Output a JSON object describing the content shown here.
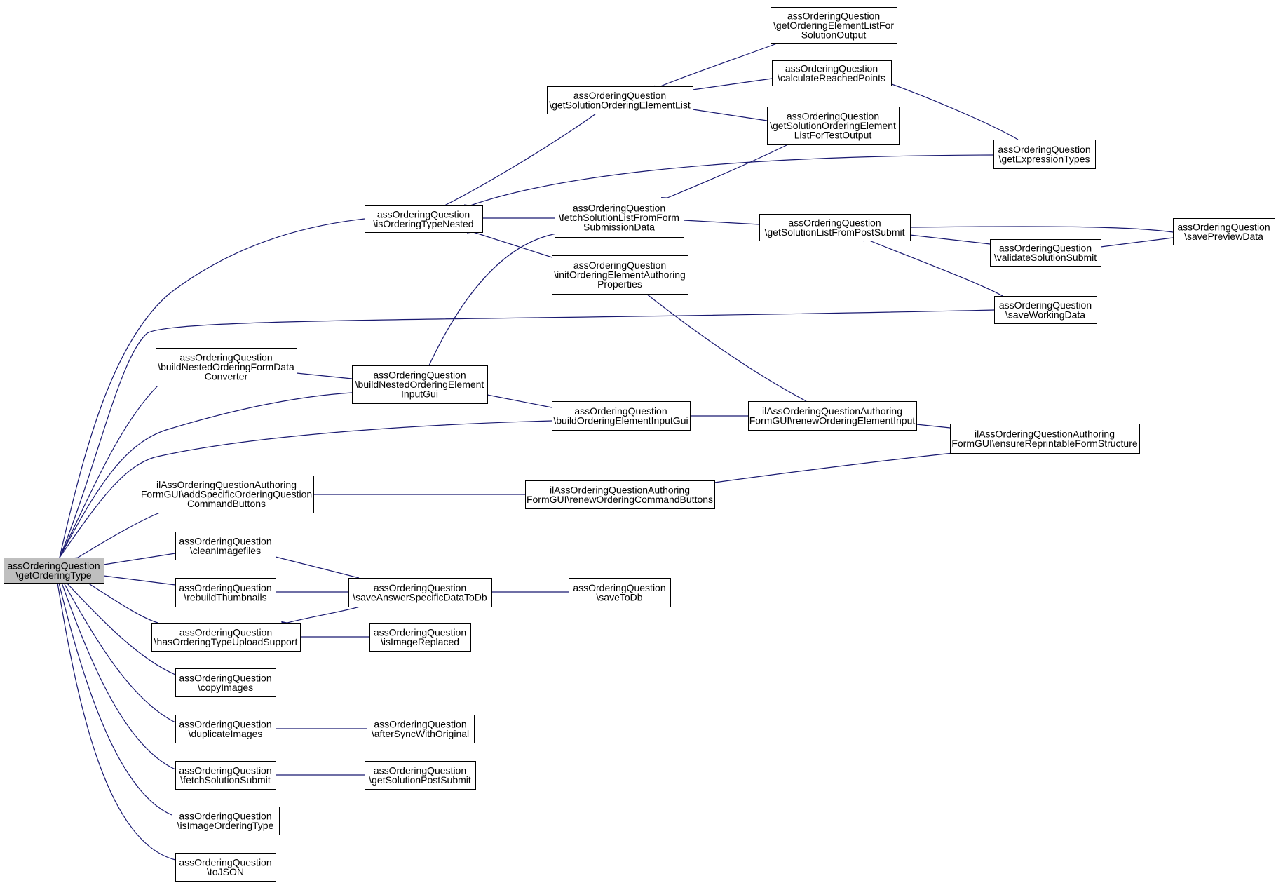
{
  "colors": {
    "edge": "#191970",
    "node_border": "#000000",
    "node_fill": "#ffffff",
    "root_fill": "#bfbfbf",
    "text": "#000000"
  },
  "graph": {
    "root": "getOrderingType",
    "nodes": [
      {
        "id": "getOrderingType",
        "lines": [
          "assOrderingQuestion",
          "\\getOrderingType"
        ],
        "root": true
      },
      {
        "id": "getOrderingElementListForSolutionOutput",
        "lines": [
          "assOrderingQuestion",
          "\\getOrderingElementListFor",
          "SolutionOutput"
        ]
      },
      {
        "id": "calculateReachedPoints",
        "lines": [
          "assOrderingQuestion",
          "\\calculateReachedPoints"
        ]
      },
      {
        "id": "getSolutionOrderingElementList",
        "lines": [
          "assOrderingQuestion",
          "\\getSolutionOrderingElementList"
        ]
      },
      {
        "id": "getSolutionOrderingElementListForTestOutput",
        "lines": [
          "assOrderingQuestion",
          "\\getSolutionOrderingElement",
          "ListForTestOutput"
        ]
      },
      {
        "id": "getExpressionTypes",
        "lines": [
          "assOrderingQuestion",
          "\\getExpressionTypes"
        ]
      },
      {
        "id": "isOrderingTypeNested",
        "lines": [
          "assOrderingQuestion",
          "\\isOrderingTypeNested"
        ]
      },
      {
        "id": "fetchSolutionListFromFormSubmissionData",
        "lines": [
          "assOrderingQuestion",
          "\\fetchSolutionListFromForm",
          "SubmissionData"
        ]
      },
      {
        "id": "getSolutionListFromPostSubmit",
        "lines": [
          "assOrderingQuestion",
          "\\getSolutionListFromPostSubmit"
        ]
      },
      {
        "id": "savePreviewData",
        "lines": [
          "assOrderingQuestion",
          "\\savePreviewData"
        ]
      },
      {
        "id": "validateSolutionSubmit",
        "lines": [
          "assOrderingQuestion",
          "\\validateSolutionSubmit"
        ]
      },
      {
        "id": "initOrderingElementAuthoringProperties",
        "lines": [
          "assOrderingQuestion",
          "\\initOrderingElementAuthoring",
          "Properties"
        ]
      },
      {
        "id": "saveWorkingData",
        "lines": [
          "assOrderingQuestion",
          "\\saveWorkingData"
        ]
      },
      {
        "id": "buildNestedOrderingFormDataConverter",
        "lines": [
          "assOrderingQuestion",
          "\\buildNestedOrderingFormData",
          "Converter"
        ]
      },
      {
        "id": "buildNestedOrderingElementInputGui",
        "lines": [
          "assOrderingQuestion",
          "\\buildNestedOrderingElement",
          "InputGui"
        ]
      },
      {
        "id": "buildOrderingElementInputGui",
        "lines": [
          "assOrderingQuestion",
          "\\buildOrderingElementInputGui"
        ]
      },
      {
        "id": "renewOrderingElementInput",
        "lines": [
          "ilAssOrderingQuestionAuthoring",
          "FormGUI\\renewOrderingElementInput"
        ]
      },
      {
        "id": "ensureReprintableFormStructure",
        "lines": [
          "ilAssOrderingQuestionAuthoring",
          "FormGUI\\ensureReprintableFormStructure"
        ]
      },
      {
        "id": "addSpecificOrderingQuestionCommandButtons",
        "lines": [
          "ilAssOrderingQuestionAuthoring",
          "FormGUI\\addSpecificOrderingQuestion",
          "CommandButtons"
        ]
      },
      {
        "id": "renewOrderingCommandButtons",
        "lines": [
          "ilAssOrderingQuestionAuthoring",
          "FormGUI\\renewOrderingCommandButtons"
        ]
      },
      {
        "id": "cleanImagefiles",
        "lines": [
          "assOrderingQuestion",
          "\\cleanImagefiles"
        ]
      },
      {
        "id": "rebuildThumbnails",
        "lines": [
          "assOrderingQuestion",
          "\\rebuildThumbnails"
        ]
      },
      {
        "id": "saveAnswerSpecificDataToDb",
        "lines": [
          "assOrderingQuestion",
          "\\saveAnswerSpecificDataToDb"
        ]
      },
      {
        "id": "saveToDb",
        "lines": [
          "assOrderingQuestion",
          "\\saveToDb"
        ]
      },
      {
        "id": "hasOrderingTypeUploadSupport",
        "lines": [
          "assOrderingQuestion",
          "\\hasOrderingTypeUploadSupport"
        ]
      },
      {
        "id": "isImageReplaced",
        "lines": [
          "assOrderingQuestion",
          "\\isImageReplaced"
        ]
      },
      {
        "id": "copyImages",
        "lines": [
          "assOrderingQuestion",
          "\\copyImages"
        ]
      },
      {
        "id": "duplicateImages",
        "lines": [
          "assOrderingQuestion",
          "\\duplicateImages"
        ]
      },
      {
        "id": "afterSyncWithOriginal",
        "lines": [
          "assOrderingQuestion",
          "\\afterSyncWithOriginal"
        ]
      },
      {
        "id": "fetchSolutionSubmit",
        "lines": [
          "assOrderingQuestion",
          "\\fetchSolutionSubmit"
        ]
      },
      {
        "id": "getSolutionPostSubmit",
        "lines": [
          "assOrderingQuestion",
          "\\getSolutionPostSubmit"
        ]
      },
      {
        "id": "isImageOrderingType",
        "lines": [
          "assOrderingQuestion",
          "\\isImageOrderingType"
        ]
      },
      {
        "id": "toJSON",
        "lines": [
          "assOrderingQuestion",
          "\\toJSON"
        ]
      }
    ],
    "edges": [
      {
        "from": "getSolutionOrderingElementList",
        "to": "getOrderingElementListForSolutionOutput"
      },
      {
        "from": "getSolutionOrderingElementList",
        "to": "calculateReachedPoints"
      },
      {
        "from": "getSolutionOrderingElementList",
        "to": "getSolutionOrderingElementListForTestOutput"
      },
      {
        "from": "calculateReachedPoints",
        "to": "getExpressionTypes"
      },
      {
        "from": "isOrderingTypeNested",
        "to": "getSolutionOrderingElementList"
      },
      {
        "from": "isOrderingTypeNested",
        "to": "getExpressionTypes"
      },
      {
        "from": "isOrderingTypeNested",
        "to": "fetchSolutionListFromFormSubmissionData"
      },
      {
        "from": "isOrderingTypeNested",
        "to": "initOrderingElementAuthoringProperties"
      },
      {
        "from": "fetchSolutionListFromFormSubmissionData",
        "to": "getSolutionOrderingElementListForTestOutput"
      },
      {
        "from": "fetchSolutionListFromFormSubmissionData",
        "to": "getSolutionListFromPostSubmit"
      },
      {
        "from": "getSolutionListFromPostSubmit",
        "to": "savePreviewData"
      },
      {
        "from": "getSolutionListFromPostSubmit",
        "to": "validateSolutionSubmit"
      },
      {
        "from": "getSolutionListFromPostSubmit",
        "to": "saveWorkingData"
      },
      {
        "from": "validateSolutionSubmit",
        "to": "savePreviewData"
      },
      {
        "from": "initOrderingElementAuthoringProperties",
        "to": "renewOrderingElementInput"
      },
      {
        "from": "buildNestedOrderingFormDataConverter",
        "to": "buildNestedOrderingElementInputGui"
      },
      {
        "from": "buildNestedOrderingElementInputGui",
        "to": "fetchSolutionListFromFormSubmissionData"
      },
      {
        "from": "buildNestedOrderingElementInputGui",
        "to": "buildOrderingElementInputGui"
      },
      {
        "from": "buildOrderingElementInputGui",
        "to": "renewOrderingElementInput"
      },
      {
        "from": "renewOrderingElementInput",
        "to": "ensureReprintableFormStructure"
      },
      {
        "from": "addSpecificOrderingQuestionCommandButtons",
        "to": "renewOrderingCommandButtons"
      },
      {
        "from": "renewOrderingCommandButtons",
        "to": "ensureReprintableFormStructure"
      },
      {
        "from": "cleanImagefiles",
        "to": "saveAnswerSpecificDataToDb"
      },
      {
        "from": "rebuildThumbnails",
        "to": "saveAnswerSpecificDataToDb"
      },
      {
        "from": "hasOrderingTypeUploadSupport",
        "to": "saveAnswerSpecificDataToDb"
      },
      {
        "from": "hasOrderingTypeUploadSupport",
        "to": "isImageReplaced"
      },
      {
        "from": "saveAnswerSpecificDataToDb",
        "to": "saveToDb"
      },
      {
        "from": "duplicateImages",
        "to": "afterSyncWithOriginal"
      },
      {
        "from": "fetchSolutionSubmit",
        "to": "getSolutionPostSubmit"
      },
      {
        "from": "getOrderingType",
        "to": "isOrderingTypeNested"
      },
      {
        "from": "getOrderingType",
        "to": "saveWorkingData"
      },
      {
        "from": "getOrderingType",
        "to": "buildNestedOrderingFormDataConverter"
      },
      {
        "from": "getOrderingType",
        "to": "buildNestedOrderingElementInputGui"
      },
      {
        "from": "getOrderingType",
        "to": "buildOrderingElementInputGui"
      },
      {
        "from": "getOrderingType",
        "to": "addSpecificOrderingQuestionCommandButtons"
      },
      {
        "from": "getOrderingType",
        "to": "cleanImagefiles"
      },
      {
        "from": "getOrderingType",
        "to": "rebuildThumbnails"
      },
      {
        "from": "getOrderingType",
        "to": "hasOrderingTypeUploadSupport"
      },
      {
        "from": "getOrderingType",
        "to": "copyImages"
      },
      {
        "from": "getOrderingType",
        "to": "duplicateImages"
      },
      {
        "from": "getOrderingType",
        "to": "fetchSolutionSubmit"
      },
      {
        "from": "getOrderingType",
        "to": "isImageOrderingType"
      },
      {
        "from": "getOrderingType",
        "to": "toJSON"
      }
    ]
  }
}
